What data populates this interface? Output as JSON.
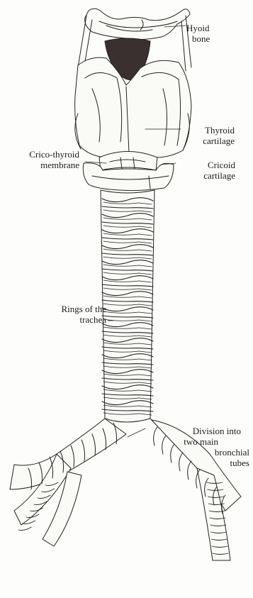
{
  "labels": {
    "hyoid_bone": [
      "Hyoid",
      "bone"
    ],
    "thyroid_cartilage": [
      "Thyroid",
      "cartilage"
    ],
    "crico_thyroid_membrane": [
      "Crico-thyroid",
      "membrane"
    ],
    "cricoid_cartilage": [
      "Cricoid",
      "cartilage"
    ],
    "rings_of_trachea": [
      "Rings of the",
      "trachea"
    ],
    "division": [
      "Division into",
      "two main",
      "bronchial",
      "tubes"
    ]
  },
  "colors": {
    "ink": "#222222",
    "paper": "#fdfdfb",
    "shadow": "#3a3030"
  }
}
